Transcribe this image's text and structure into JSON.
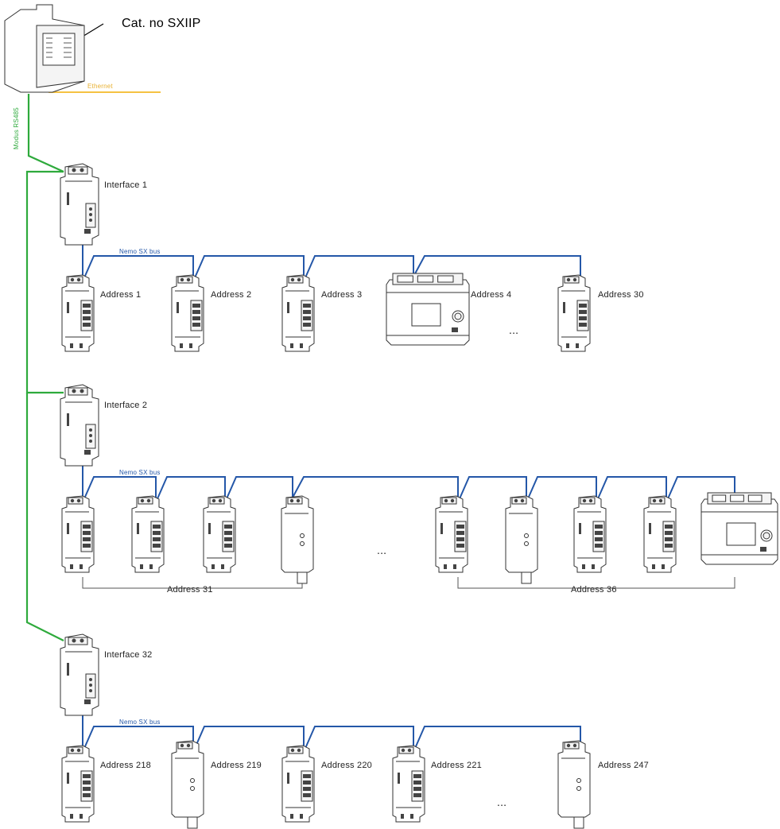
{
  "gateway": {
    "label": "Cat. no SXIIP",
    "ethernet": "Ethernet",
    "modbus": "Modus RS485"
  },
  "bus_label": "Nemo SX bus",
  "colors": {
    "modbus": "#2eaa3c",
    "nemo": "#2457a8",
    "ethernet": "#f5c242",
    "device_outline": "#333333"
  },
  "interfaces": [
    {
      "label": "Interface 1",
      "devices": [
        {
          "type": "module",
          "label": "Address 1"
        },
        {
          "type": "module",
          "label": "Address 2"
        },
        {
          "type": "module",
          "label": "Address 3"
        },
        {
          "type": "meter",
          "label": "Address 4"
        },
        {
          "type": "module",
          "label": "Address 30"
        }
      ],
      "ellipsis": "..."
    },
    {
      "label": "Interface 2",
      "devices": [
        {
          "type": "module"
        },
        {
          "type": "module"
        },
        {
          "type": "module"
        },
        {
          "type": "slim"
        },
        {
          "type": "module"
        },
        {
          "type": "slim"
        },
        {
          "type": "module"
        },
        {
          "type": "module"
        },
        {
          "type": "meter"
        }
      ],
      "groups": [
        {
          "label": "Address 31"
        },
        {
          "label": "Address 36"
        }
      ],
      "ellipsis": "..."
    },
    {
      "label": "Interface 32",
      "devices": [
        {
          "type": "module",
          "label": "Address 218"
        },
        {
          "type": "slim",
          "label": "Address 219"
        },
        {
          "type": "module",
          "label": "Address 220"
        },
        {
          "type": "module",
          "label": "Address 221"
        },
        {
          "type": "slim",
          "label": "Address 247"
        }
      ],
      "ellipsis": "..."
    }
  ]
}
